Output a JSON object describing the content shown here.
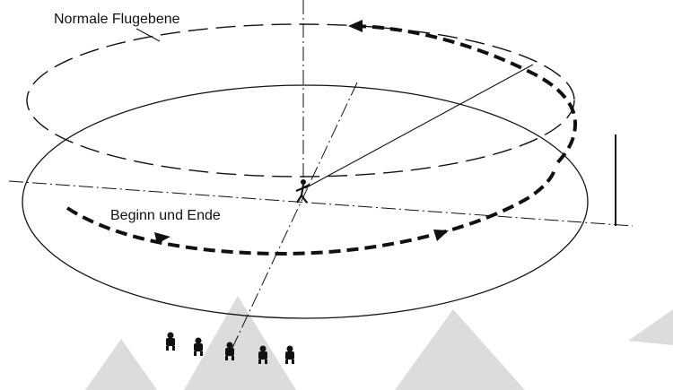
{
  "diagram": {
    "labels": {
      "normal_flight_plane": "Normale Flugebene",
      "start_end": "Beginn und Ende"
    },
    "colors": {
      "line": "#111111",
      "watermark": "#dcdcdc"
    },
    "judges_count": 5
  }
}
